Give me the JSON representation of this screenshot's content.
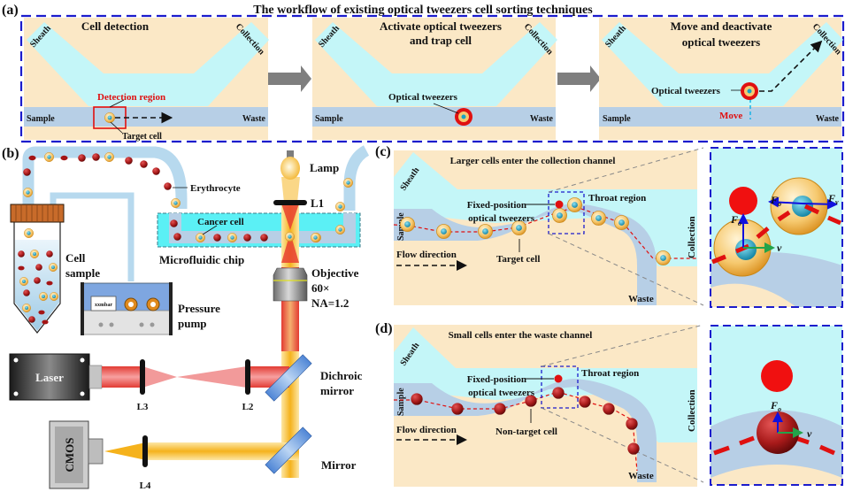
{
  "title": "The workflow of existing optical tweezers cell sorting techniques",
  "colors": {
    "background_chip": "#fbe8c6",
    "sheath_channel": "#c4f6f8",
    "sample_channel": "#b7cfe6",
    "frame_blue": "#1c1ccc",
    "tweezer_red": "#e01010",
    "laser_red": "#e0453a",
    "light_yellow": "#f7b92d",
    "cell_orange": "#f5c770",
    "nucleus_cyan": "#17a2c6",
    "erythrocyte": "#9b1c1c",
    "arrow_gray": "#7f7f7f",
    "force_blue": "#1010dd",
    "velocity_green": "#23a34a"
  },
  "panel_a": {
    "tag": "(a)",
    "steps": [
      {
        "title_lines": [
          "Cell detection"
        ],
        "channels": {
          "sheath": "Sheath",
          "collection": "Collection",
          "sample": "Sample",
          "waste": "Waste"
        },
        "annotations": {
          "detection_region": "Detection region",
          "target_cell": "Target cell"
        }
      },
      {
        "title_lines": [
          "Activate  optical tweezers",
          "and trap  cell"
        ],
        "channels": {
          "sheath": "Sheath",
          "collection": "Collection",
          "sample": "Sample",
          "waste": "Waste"
        },
        "annotations": {
          "optical_tweezers": "Optical tweezers"
        }
      },
      {
        "title_lines": [
          "Move and deactivate",
          "optical tweezers"
        ],
        "channels": {
          "sheath": "Sheath",
          "collection": "Collection",
          "sample": "Sample",
          "waste": "Waste"
        },
        "annotations": {
          "optical_tweezers": "Optical tweezers",
          "move": "Move"
        }
      }
    ]
  },
  "panel_b": {
    "tag": "(b)",
    "labels": {
      "erythrocyte": "Erythrocyte",
      "cancer_cell": "Cancer cell",
      "microfluidic_chip": "Microfluidic chip",
      "cell_sample_1": "Cell",
      "cell_sample_2": "sample",
      "pressure_pump_1": "Pressure",
      "pressure_pump_2": "pump",
      "pump_display": "xxmbar",
      "lamp": "Lamp",
      "l1": "L1",
      "objective_1": "Objective",
      "objective_2": "60×",
      "objective_3": "NA=1.2",
      "laser": "Laser",
      "l3": "L3",
      "l2": "L2",
      "dichroic_1": "Dichroic",
      "dichroic_2": "mirror",
      "cmos": "CMOS",
      "l4": "L4",
      "mirror": "Mirror"
    }
  },
  "panel_c": {
    "tag": "(c)",
    "title": "Larger cells enter the collection channel",
    "labels": {
      "sheath": "Sheath",
      "sample": "Sample",
      "collection": "Collection",
      "waste": "Waste",
      "tweezers_1": "Fixed-position",
      "tweezers_2": "optical tweezers",
      "throat": "Throat region",
      "flow": "Flow direction",
      "cell": "Target cell"
    },
    "inset": {
      "force_o": "F",
      "force_o_sub": "o",
      "force_v": "F",
      "force_v_sub": "v",
      "velocity": "v"
    }
  },
  "panel_d": {
    "tag": "(d)",
    "title": "Small cells enter the waste channel",
    "labels": {
      "sheath": "Sheath",
      "sample": "Sample",
      "collection": "Collection",
      "waste": "Waste",
      "tweezers_1": "Fixed-position",
      "tweezers_2": "optical tweezers",
      "throat": "Throat region",
      "flow": "Flow direction",
      "cell": "Non-target cell"
    },
    "inset": {
      "force_o": "F",
      "force_o_sub": "o",
      "velocity": "v"
    }
  }
}
